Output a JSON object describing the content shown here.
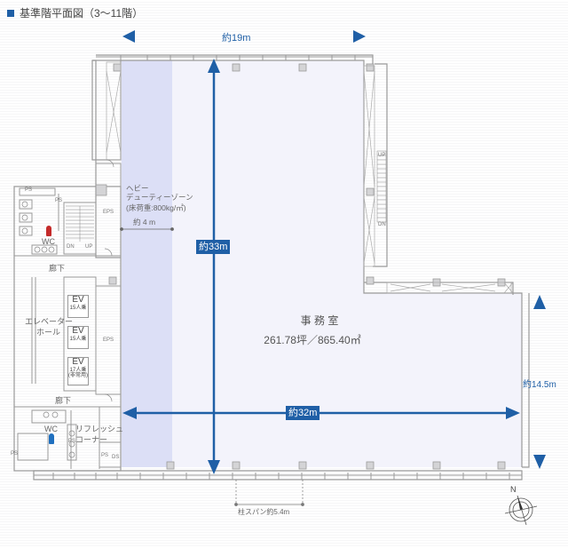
{
  "header": {
    "title": "基準階平面図（3〜11階）"
  },
  "colors": {
    "accent": "#1f5fa6",
    "heavy_zone": "#dcdff6",
    "office_floor": "#f3f3fb",
    "wall": "#9a9a9a"
  },
  "dimensions": {
    "top_width": "約19m",
    "height": "約33m",
    "bottom_width": "約32m",
    "right_height": "約14.5m",
    "column_span": "柱スパン約5.4m",
    "heavy_zone_width": "約 4 m"
  },
  "heavy_duty_zone": {
    "line1": "ヘビー",
    "line2": "デューティーゾーン",
    "line3": "(床荷重:800kg/㎡)"
  },
  "office": {
    "name": "事 務 室",
    "area": "261.78坪／865.40㎡"
  },
  "rooms": {
    "wc_top": "WC",
    "wc_bottom": "WC",
    "corridor_top": "廊下",
    "corridor_bottom": "廊下",
    "elevator_hall_1": "エレベーター",
    "elevator_hall_2": "ホール",
    "refresh_1": "リフレッシュ",
    "refresh_2": "コーナー",
    "eps_left_top": "EPS",
    "eps_left_mid": "EPS",
    "ps_1": "PS",
    "ps_2": "PS",
    "ps_3": "PS",
    "ps_4": "PS",
    "ps_5": "PS",
    "ds": "DS",
    "stairs_left_dn": "DN",
    "stairs_left_up": "UP",
    "stairs_right_up": "UP",
    "stairs_right_dn": "DN"
  },
  "elevators": [
    {
      "label": "EV",
      "capacity": "15人乗"
    },
    {
      "label": "EV",
      "capacity": "15人乗"
    },
    {
      "label": "EV",
      "capacity": "17人乗",
      "note": "(非常用)"
    }
  ],
  "compass": {
    "north": "N"
  }
}
